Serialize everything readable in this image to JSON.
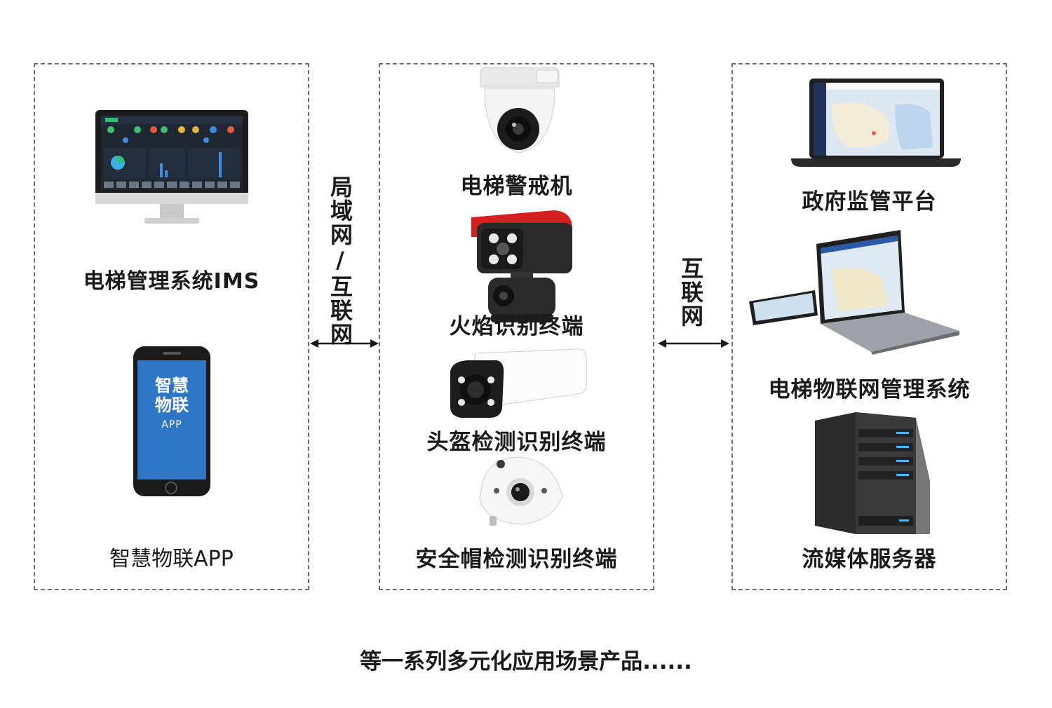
{
  "left_panel": {
    "ims_label": "电梯管理系统IMS",
    "app_label": "智慧物联APP",
    "phone_screen": {
      "line1": "智慧",
      "line2": "物联",
      "line3": "APP"
    }
  },
  "link_left": "局域网/互联网",
  "middle_panel": {
    "devices": [
      {
        "label": "电梯警戒机",
        "icon": "dome-camera-icon"
      },
      {
        "label": "火焰识别终端",
        "icon": "flame-camera-icon"
      },
      {
        "label": "头盔检测识别终端",
        "icon": "bullet-camera-icon"
      },
      {
        "label": "安全帽检测识别终端",
        "icon": "fisheye-camera-icon"
      }
    ]
  },
  "link_right": "互联网",
  "right_panel": {
    "gov_label": "政府监管平台",
    "iot_label": "电梯物联网管理系统",
    "server_label": "流媒体服务器"
  },
  "footer": "等一系列多元化应用场景产品......",
  "colors": {
    "border": "#6e6e6e",
    "phone_blue": "#2f77c6",
    "camera_red": "#d42020"
  }
}
